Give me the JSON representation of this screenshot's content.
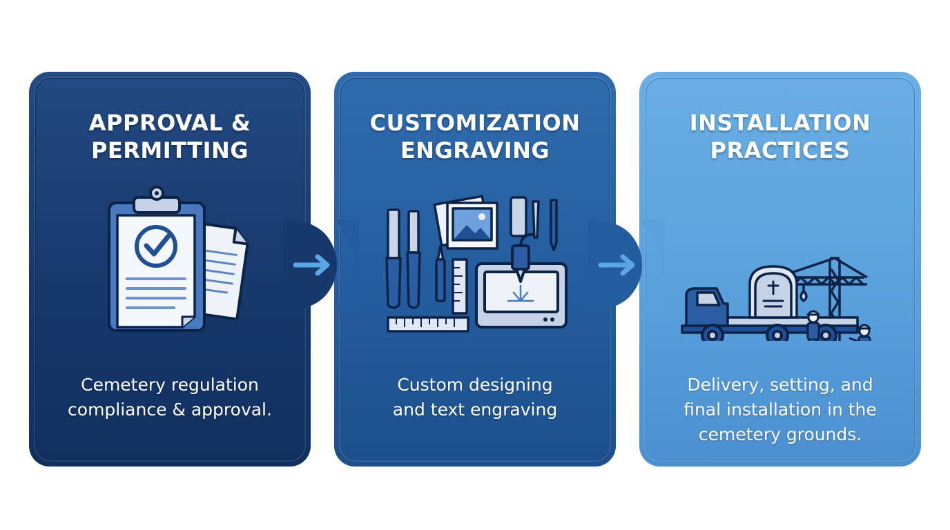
{
  "steps": [
    {
      "title_lines": [
        "APPROVAL &",
        "PERMITTING"
      ],
      "description_lines": [
        "Cemetery regulation",
        "compliance & approval."
      ],
      "icon": "clipboard-checklist-icon",
      "color": "#17386b"
    },
    {
      "title_lines": [
        "CUSTOMIZATION",
        "ENGRAVING"
      ],
      "description_lines": [
        "Custom designing",
        "and text engraving"
      ],
      "icon": "engraving-tools-icon",
      "color": "#245d9e"
    },
    {
      "title_lines": [
        "INSTALLATION",
        "PRACTICES"
      ],
      "description_lines": [
        "Delivery, setting, and",
        "final installation in the",
        "cemetery grounds."
      ],
      "icon": "truck-crane-headstone-icon",
      "color": "#5aa1dc"
    }
  ],
  "arrow_color": "#5aa6e6"
}
